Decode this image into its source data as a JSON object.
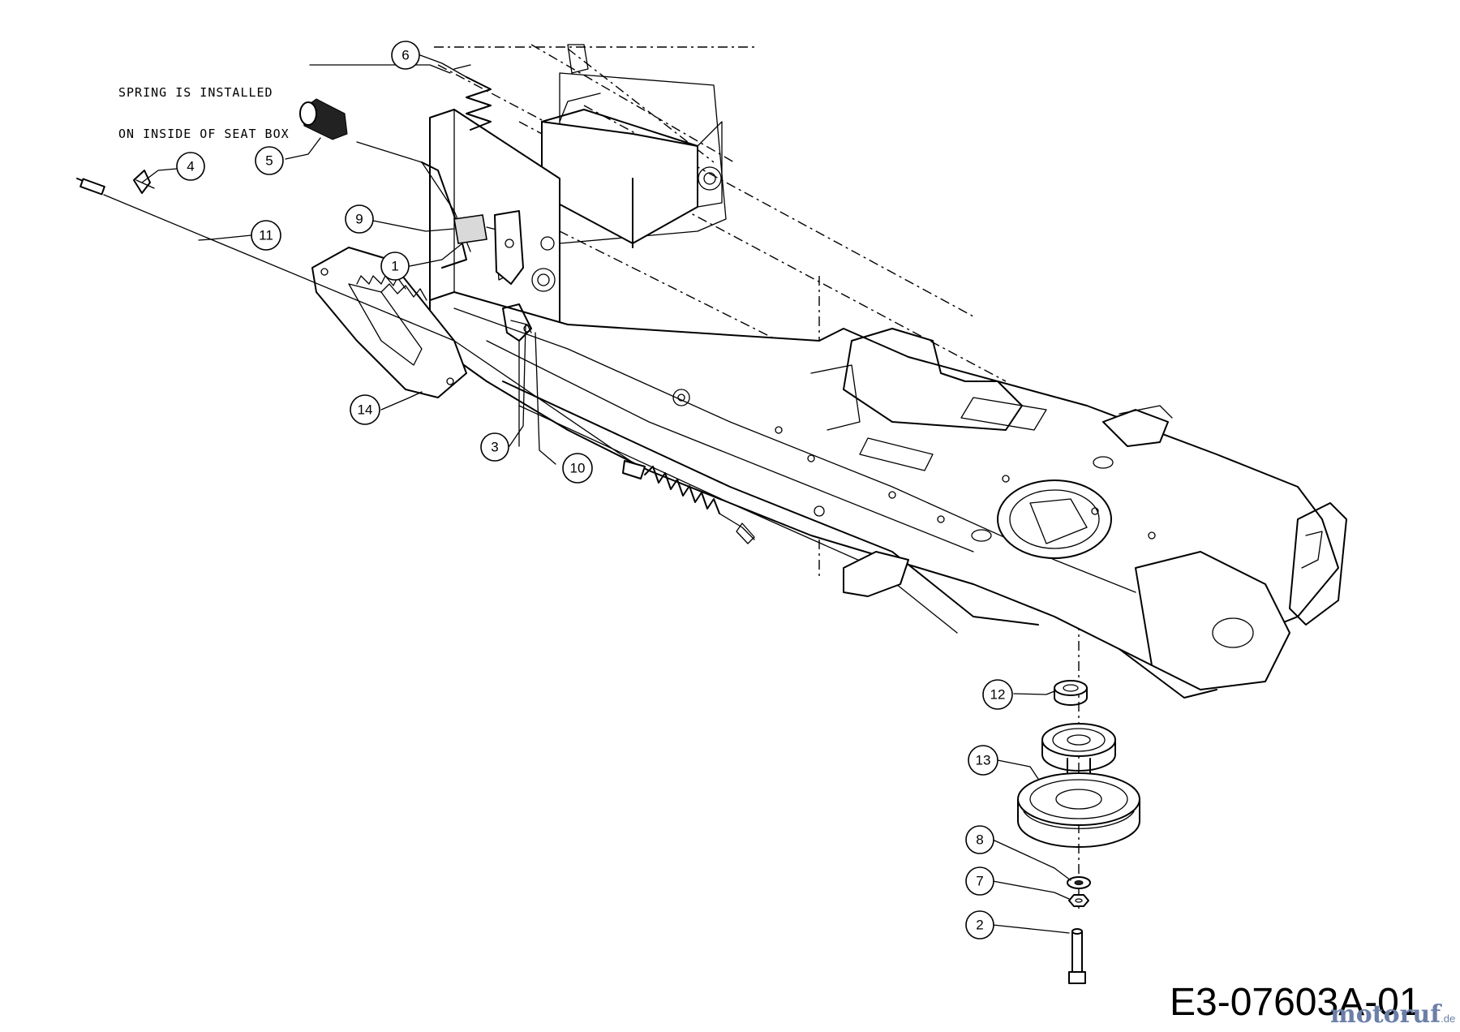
{
  "note": {
    "line1": "SPRING IS INSTALLED",
    "line2": "ON INSIDE OF SEAT BOX"
  },
  "drawing_code": "E3-07603A-01",
  "watermark": {
    "text": "motoruf",
    "suffix": ".de"
  },
  "callouts": [
    "1",
    "2",
    "3",
    "4",
    "5",
    "6",
    "7",
    "8",
    "9",
    "10",
    "11",
    "12",
    "13",
    "14"
  ],
  "colors": {
    "ink": "#000000",
    "background": "#ffffff",
    "watermark": "#6b7fa8"
  }
}
